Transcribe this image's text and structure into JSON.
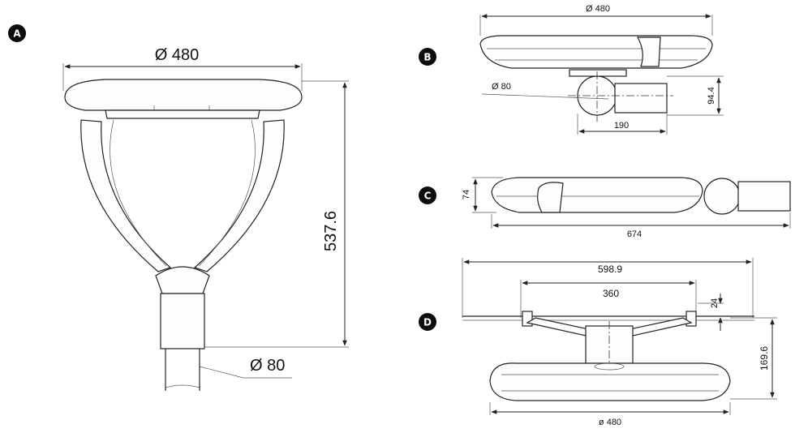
{
  "views": [
    {
      "label": "A",
      "dims": {
        "diameter_top": "Ø 480",
        "height": "537.6",
        "pole_diameter": "Ø 80"
      }
    },
    {
      "label": "B",
      "dims": {
        "diameter_top": "Ø 480",
        "pole_diameter": "Ø 80",
        "height": "94.4",
        "width": "190"
      }
    },
    {
      "label": "C",
      "dims": {
        "height": "74",
        "length": "674"
      }
    },
    {
      "label": "D",
      "dims": {
        "span": "598.9",
        "inner_span": "360",
        "offset": "24",
        "height": "169.6",
        "diameter_bottom": "ø 480"
      }
    }
  ]
}
